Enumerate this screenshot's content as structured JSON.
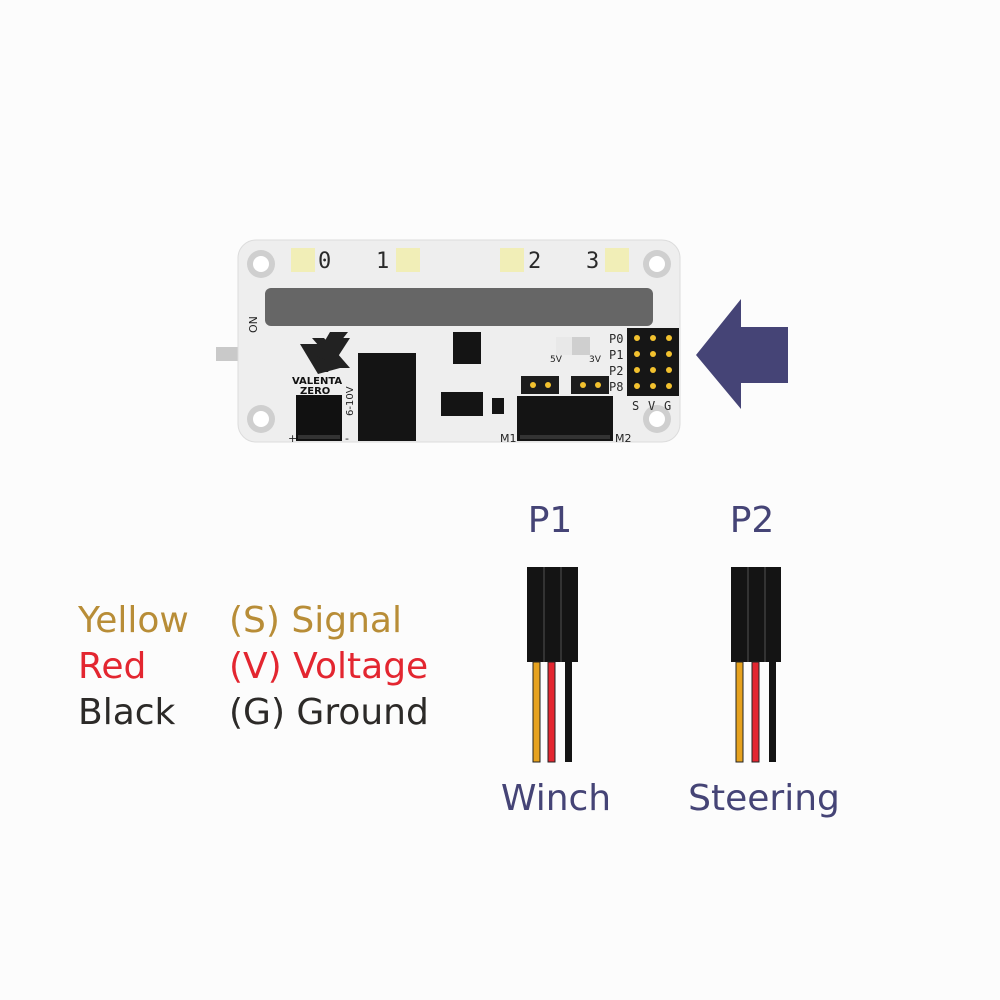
{
  "board": {
    "logo_line1": "VALENTA",
    "logo_line2": "ZERO",
    "side_label": "ON",
    "led_labels": [
      "0",
      "1",
      "2",
      "3"
    ],
    "voltage_input_label": "6-10V",
    "plus_label": "+",
    "minus_label": "-",
    "jumper_5v": "5V",
    "jumper_3v": "3V",
    "pin_rows": [
      "P0",
      "P1",
      "P2",
      "P8"
    ],
    "pin_cols": [
      "S",
      "V",
      "G"
    ],
    "motor1_label": "M1",
    "motor2_label": "M2"
  },
  "legend": [
    {
      "color_name": "Yellow",
      "meaning": "(S) Signal",
      "color": "#b88d37"
    },
    {
      "color_name": "Red",
      "meaning": "(V) Voltage",
      "color": "#e32630"
    },
    {
      "color_name": "Black",
      "meaning": "(G) Ground",
      "color": "#2c2a28"
    }
  ],
  "cables": [
    {
      "port": "P1",
      "device": "Winch"
    },
    {
      "port": "P2",
      "device": "Steering"
    }
  ],
  "colors": {
    "arrow": "#454476",
    "label": "#454476",
    "board": "#eeeeee",
    "led": "#f1eeb7",
    "pin": "#f2c12e"
  }
}
